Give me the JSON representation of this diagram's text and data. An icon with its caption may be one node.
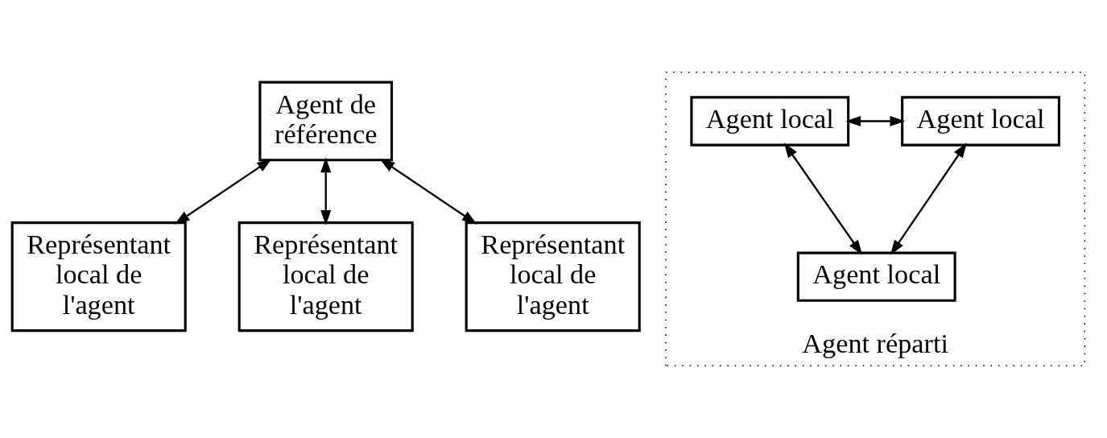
{
  "diagram": {
    "nodes": [
      {
        "text": [
          "Agent de référence"
        ]
      },
      {
        "text": [
          "Représentant local de l'agent"
        ]
      },
      {
        "text": [
          "Représentant local de l'agent"
        ]
      },
      {
        "text": [
          "Représentant local de l'agent"
        ]
      },
      {
        "text": [
          "Agent réparti"
        ]
      },
      {
        "text": [
          "Agent local"
        ],
        "in": 4
      },
      {
        "text": [
          "Agent local"
        ],
        "in": 4
      },
      {
        "text": [
          "Agent local"
        ],
        "in": 4
      }
    ],
    "edges": [
      {
        "from": 0,
        "to": 1,
        "arrow": "both"
      },
      {
        "from": 0,
        "to": 2,
        "arrow": "both"
      },
      {
        "from": 0,
        "to": 3,
        "arrow": "both"
      },
      {
        "from": 5,
        "to": 6,
        "arrow": "both"
      },
      {
        "from": 5,
        "to": 7,
        "arrow": "both"
      },
      {
        "from": 6,
        "to": 7,
        "arrow": "both"
      }
    ]
  }
}
